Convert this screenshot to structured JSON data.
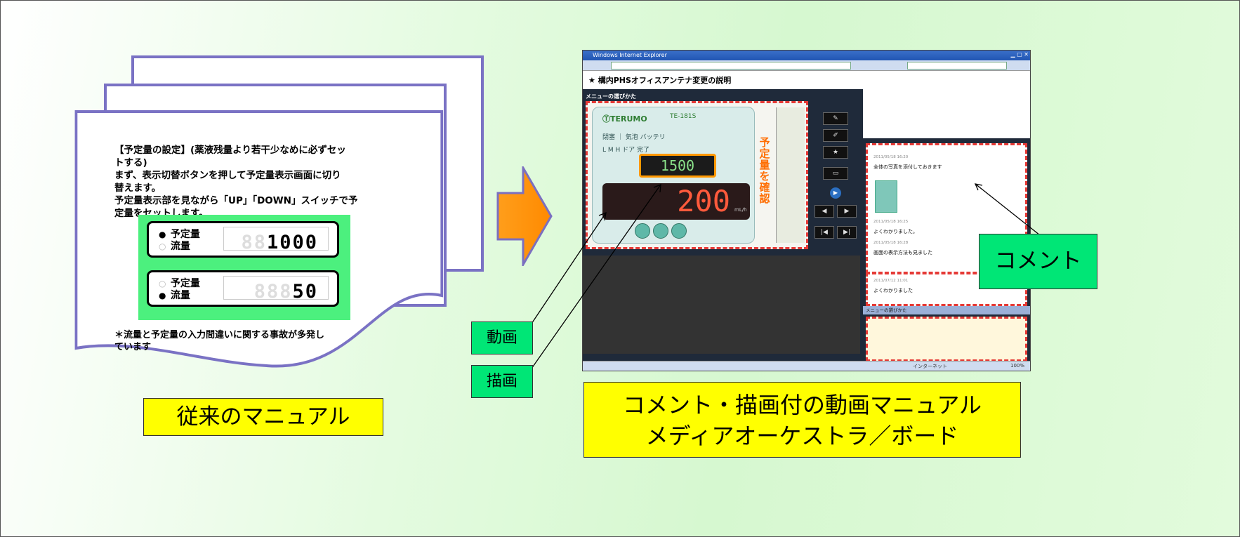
{
  "traditional_manual": {
    "lines": [
      "【予定量の設定】(薬液残量より若干少なめに必ずセッ",
      "トする)",
      "まず、表示切替ボタンを押して予定量表示画面に切り",
      "替えます。",
      "予定量表示部を見ながら「UP」「DOWN」スイッチで予",
      "定量をセットします。"
    ],
    "indicator1": {
      "row1": "予定量",
      "row2": "流量",
      "value": "1000",
      "ghost": "88"
    },
    "indicator2": {
      "row1": "予定量",
      "row2": "流量",
      "value": "50",
      "ghost": "888"
    },
    "note_lines": [
      "＊流量と予定量の入力間違いに関する事故が多発し",
      "ています"
    ],
    "label": "従来のマニュアル"
  },
  "video_manual": {
    "label_line1": "コメント・描画付の動画マニュアル",
    "label_line2": "メディアオーケストラ／ボード"
  },
  "callouts": {
    "douga": "動画",
    "byouga": "描画",
    "comment": "コメント"
  },
  "screenshot": {
    "window_title": "Windows Internet Explorer",
    "app_title": "★ 構内PHSオフィスアンテナ変更の説明",
    "menu_label": "メニューの選びかた",
    "pump": {
      "brand": "ⓉTERUMO",
      "model": "TE-181S",
      "labels": [
        "閉塞 ｜ 気泡 バッテリ",
        "L M H ドア 完了"
      ],
      "small_display": "1500",
      "big_display": "200",
      "unit": "mL/h",
      "vertical_note": "予定量を確認"
    },
    "comments": [
      {
        "meta": "2011/05/18 16:20",
        "body": "全体の写真を添付しておきます"
      },
      {
        "meta": "2011/05/18 16:25",
        "body": "よくわかりました。"
      },
      {
        "meta": "2011/05/18 16:28",
        "body": "画面の表示方法も見ました"
      },
      {
        "meta": "2011/07/12 11:01",
        "body": "よくわかりました"
      }
    ],
    "section_bar": "メニューの選びかた",
    "status_text": "インターネット",
    "zoom": "100%"
  }
}
